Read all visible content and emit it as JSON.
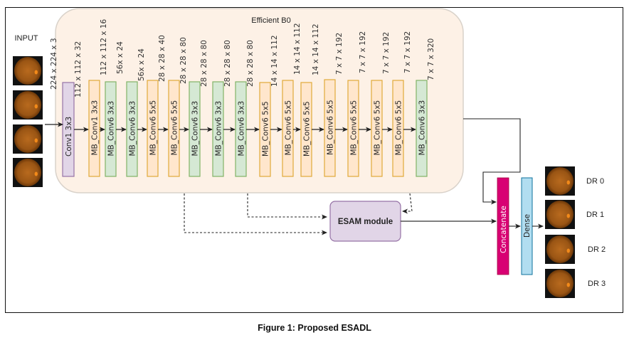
{
  "figure": {
    "caption": "Figure 1: Proposed ESADL",
    "input_label": "INPUT",
    "input_image_count": 4,
    "backbone_title": "Efficient B0",
    "input_shape": "224 x 224 x 3",
    "blocks": [
      {
        "label": "Conv1  3x3",
        "type": "conv",
        "output_shape": "112 x 112 x 32"
      },
      {
        "label": "MB_Conv1  3x3",
        "type": "mb5",
        "output_shape": "112 x 112 x 16"
      },
      {
        "label": "MB_Conv6  3x3",
        "type": "mb3",
        "output_shape": "56x x 24"
      },
      {
        "label": "MB_Conv6  3x3",
        "type": "mb3",
        "output_shape": "56x x 24"
      },
      {
        "label": "MB_Conv6  5x5",
        "type": "mb5",
        "output_shape": "28 x 28 x 40"
      },
      {
        "label": "MB_Conv6  5x5",
        "type": "mb5",
        "output_shape": "28 x 28 x 80"
      },
      {
        "label": "MB_Conv6  3x3",
        "type": "mb3",
        "output_shape": "28 x 28 x 80"
      },
      {
        "label": "MB_Conv6  3x3",
        "type": "mb3",
        "output_shape": "28 x 28 x 80"
      },
      {
        "label": "MB_Conv6  3x3",
        "type": "mb3",
        "output_shape": "28 x 28 x 80"
      },
      {
        "label": "MB_Conv6  5x5",
        "type": "mb5",
        "output_shape": "14 x 14 x 112"
      },
      {
        "label": "MB_Conv6  5x5",
        "type": "mb5",
        "output_shape": "14 x 14 x 112"
      },
      {
        "label": "MB_Conv6  5x5",
        "type": "mb5",
        "output_shape": "14 x 14 x 112"
      },
      {
        "label": "MB_Conv6  5x5",
        "type": "mb5",
        "output_shape": "7 x 7 x 192"
      },
      {
        "label": "MB_Conv6  5x5",
        "type": "mb5",
        "output_shape": "7 x 7 x 192"
      },
      {
        "label": "MB_Conv6  5x5",
        "type": "mb5",
        "output_shape": "7 x 7 x 192"
      },
      {
        "label": "MB_Conv6  5x5",
        "type": "mb5",
        "output_shape": "7 x 7 x 192"
      },
      {
        "label": "MB_Conv6  3x3",
        "type": "mb3",
        "output_shape": "7 x 7 x 320"
      }
    ],
    "esam_label": "ESAM module",
    "concat_label": "Concatenate",
    "dense_label": "Dense",
    "outputs": [
      "DR 0",
      "DR 1",
      "DR 2",
      "DR 3"
    ],
    "colors": {
      "backbone_fill": "#fdf1e6",
      "conv_fill": "#e1d5e7",
      "conv_stroke": "#9673a6",
      "mb5_fill": "#ffe6cc",
      "mb5_stroke": "#e0a93a",
      "mb3_fill": "#d5e8d4",
      "mb3_stroke": "#82b366",
      "esam_fill": "#e1d5e7",
      "esam_stroke": "#9673a6",
      "concat_fill": "#d80073",
      "dense_fill": "#b1ddf0",
      "dense_stroke": "#10739e"
    }
  }
}
